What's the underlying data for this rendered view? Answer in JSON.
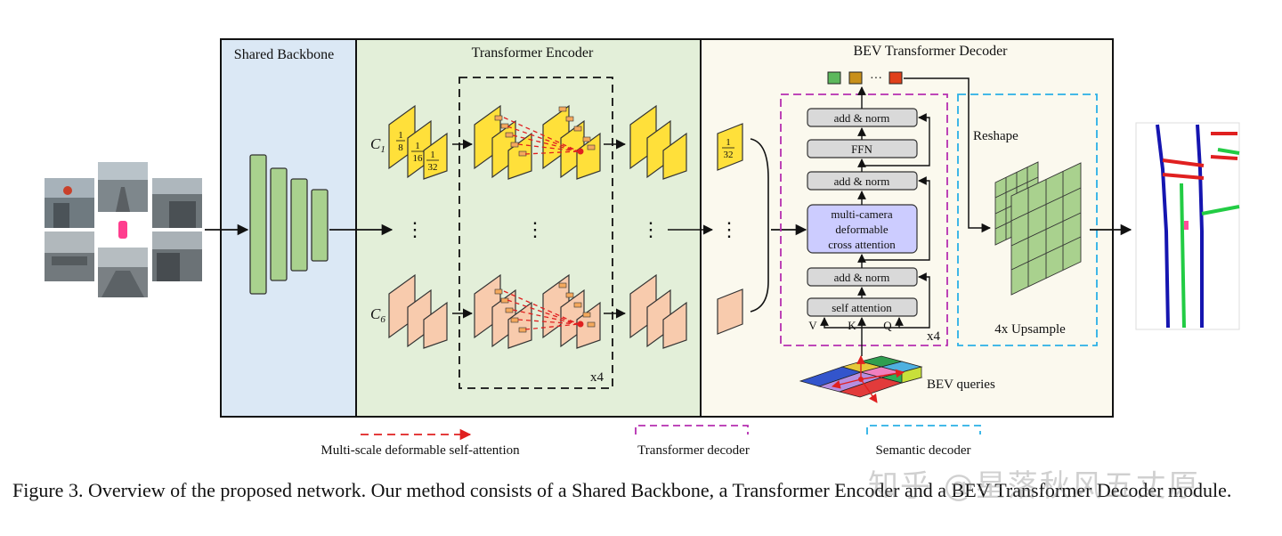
{
  "panels": {
    "backbone_title": "Shared Backbone",
    "encoder_title": "Transformer Encoder",
    "decoder_title": "BEV Transformer Decoder"
  },
  "encoder": {
    "c1_label": "C",
    "c1_sub": "1",
    "c6_label": "C",
    "c6_sub": "6",
    "frac_1_8_num": "1",
    "frac_1_8_den": "8",
    "frac_1_16_num": "1",
    "frac_1_16_den": "16",
    "frac_1_32_num": "1",
    "frac_1_32_den": "32",
    "repeat": "x4",
    "ellipsis": "⋮"
  },
  "decoder": {
    "frac_num": "1",
    "frac_den": "32",
    "add_norm": "add & norm",
    "ffn": "FFN",
    "cross_attn_line1": "multi-camera",
    "cross_attn_line2": "deformable",
    "cross_attn_line3": "cross attention",
    "self_attn": "self attention",
    "v": "V",
    "k": "K",
    "q": "Q",
    "repeat": "x4",
    "dots": "···",
    "reshape": "Reshape",
    "upsample": "4x Upsample",
    "bev_queries": "BEV queries"
  },
  "legend": {
    "deform_self_attn": "Multi-scale deformable self-attention",
    "transformer_decoder": "Transformer decoder",
    "semantic_decoder": "Semantic decoder"
  },
  "colors": {
    "backbone_bg": "#dbe8f5",
    "encoder_bg": "#e3efd9",
    "decoder_bg": "#fbf9ee",
    "green_block": "#a9d18e",
    "yellow_feat": "#ffe03a",
    "peach_feat": "#f8cbad",
    "magenta_dash": "#b52eb0",
    "cyan_dash": "#2ab0e6",
    "red_arrow": "#e02020",
    "cross_attn_fill": "#ccccff"
  },
  "caption": "Figure 3. Overview of the proposed network. Our method consists of a Shared Backbone, a Transformer Encoder and a BEV Transformer Decoder module.",
  "watermark": "知乎 @星落秋风五丈原"
}
